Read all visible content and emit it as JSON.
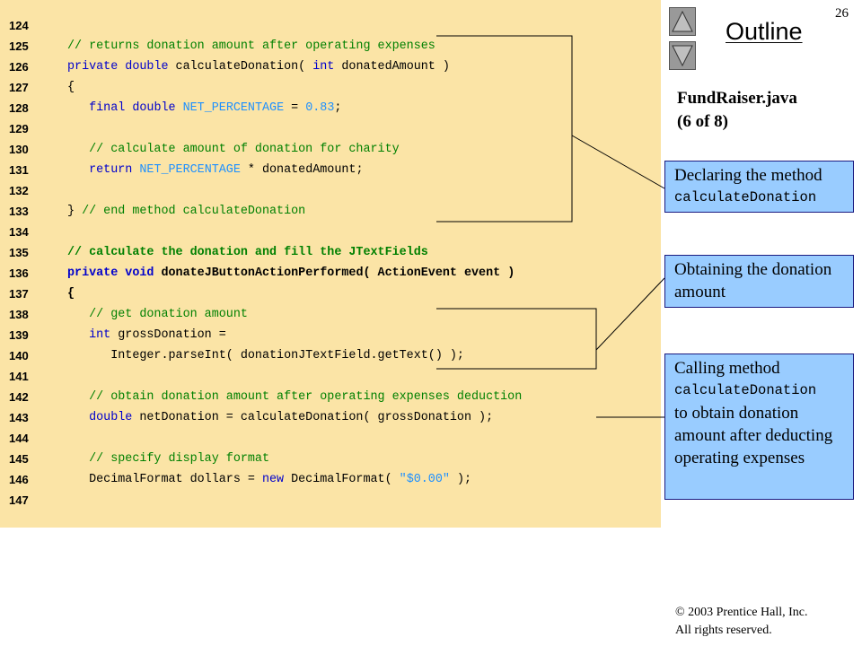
{
  "page_number": "26",
  "outline_title": "Outline",
  "file_title": "FundRaiser.java",
  "file_subtitle": "(6 of 8)",
  "nav": {
    "up_label": "previous slide",
    "down_label": "next slide"
  },
  "code_lines": [
    {
      "num": "124",
      "text": ""
    },
    {
      "num": "125",
      "text": "// returns donation amount after operating expenses"
    },
    {
      "num": "126",
      "text": "private double calculateDonation( int donatedAmount )"
    },
    {
      "num": "127",
      "text": "{"
    },
    {
      "num": "128",
      "text": "   final double NET_PERCENTAGE = 0.83;"
    },
    {
      "num": "129",
      "text": ""
    },
    {
      "num": "130",
      "text": "   // calculate amount of donation for charity"
    },
    {
      "num": "131",
      "text": "   return NET_PERCENTAGE * donatedAmount;"
    },
    {
      "num": "132",
      "text": ""
    },
    {
      "num": "133",
      "text": "} // end method calculateDonation"
    },
    {
      "num": "134",
      "text": ""
    },
    {
      "num": "135",
      "text": "// calculate the donation and fill the JTextFields"
    },
    {
      "num": "136",
      "text": "private void donateJButtonActionPerformed( ActionEvent event )"
    },
    {
      "num": "137",
      "text": "{"
    },
    {
      "num": "138",
      "text": "   // get donation amount"
    },
    {
      "num": "139",
      "text": "   int grossDonation ="
    },
    {
      "num": "140",
      "text": "      Integer.parseInt( donationJTextField.getText() );"
    },
    {
      "num": "141",
      "text": ""
    },
    {
      "num": "142",
      "text": "   // obtain donation amount after operating expenses deduction"
    },
    {
      "num": "143",
      "text": "   double netDonation = calculateDonation( grossDonation );"
    },
    {
      "num": "144",
      "text": ""
    },
    {
      "num": "145",
      "text": "   // specify display format"
    },
    {
      "num": "146",
      "text": "   DecimalFormat dollars = new DecimalFormat( \"$0.00\" );"
    },
    {
      "num": "147",
      "text": ""
    }
  ],
  "callouts": {
    "declaring": {
      "text": "Declaring the method",
      "code": "calculateDonation"
    },
    "obtaining": {
      "text": "Obtaining the donation amount"
    },
    "calling": {
      "text_before": "Calling method",
      "code": "calculateDonation",
      "text_after": "to obtain donation amount after deducting operating expenses"
    }
  },
  "copyright": {
    "line1": "© 2003 Prentice Hall, Inc.",
    "line2": "All rights reserved."
  },
  "colors": {
    "code_background": "#fbe4a6",
    "callout_fill": "#99ccff",
    "comment": "#008000",
    "keyword": "#0000cc",
    "constant": "#1e90ff"
  }
}
